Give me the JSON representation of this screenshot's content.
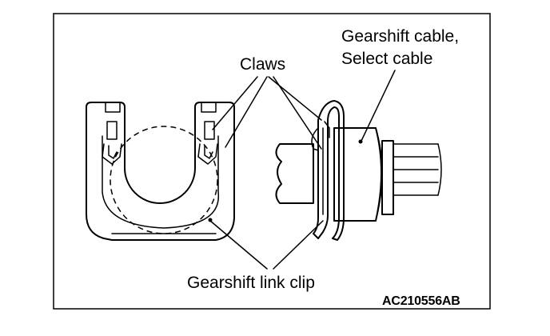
{
  "labels": {
    "claws": "Claws",
    "cable_line1": "Gearshift cable,",
    "cable_line2": "Select cable",
    "clip": "Gearshift link clip",
    "figure_code": "AC210556AB"
  }
}
